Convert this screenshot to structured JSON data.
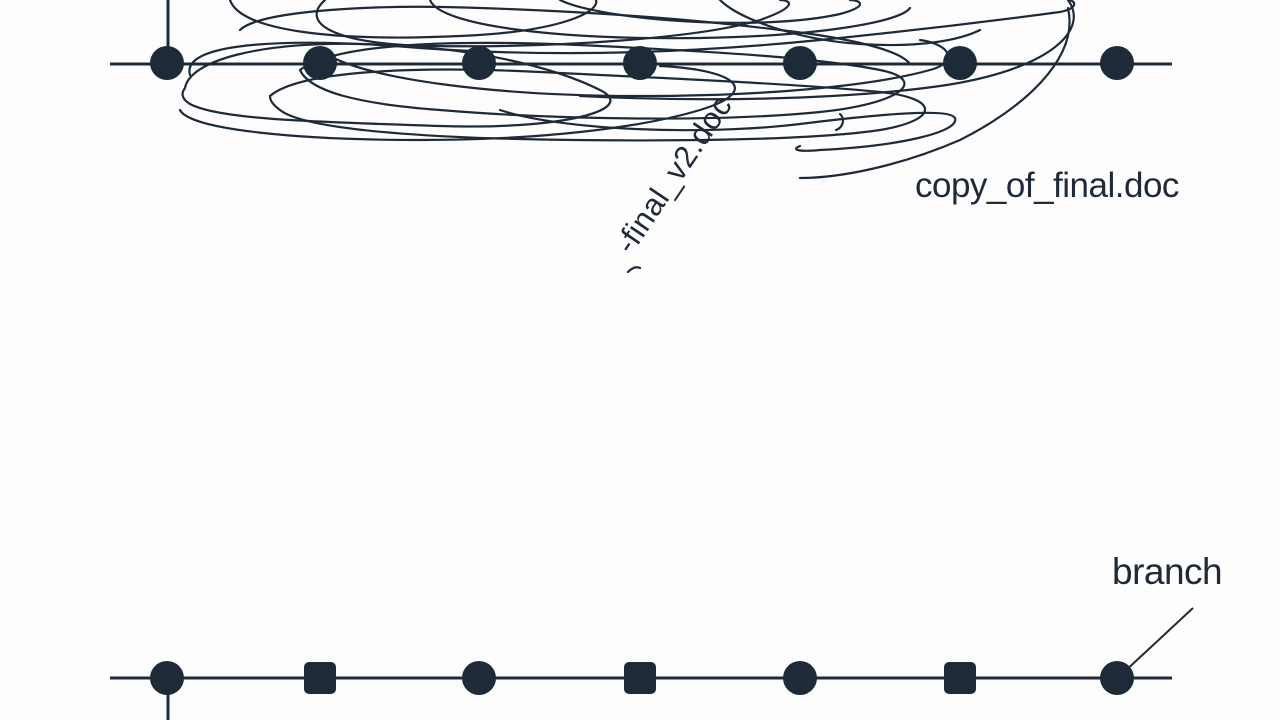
{
  "colors": {
    "ink": "#1e2a38",
    "background": "#fdfdfd"
  },
  "timelines": [
    {
      "id": "top",
      "nodes": [
        "circle",
        "circle",
        "circle",
        "circle",
        "circle",
        "circle",
        "circle"
      ]
    },
    {
      "id": "bottom",
      "nodes": [
        "circle",
        "square",
        "circle",
        "square",
        "circle",
        "square",
        "circle"
      ]
    }
  ],
  "labels": {
    "scribble_label": "-final_v2.doc",
    "copy_label": "copy_of_final.doc",
    "branch_label": "branch"
  }
}
